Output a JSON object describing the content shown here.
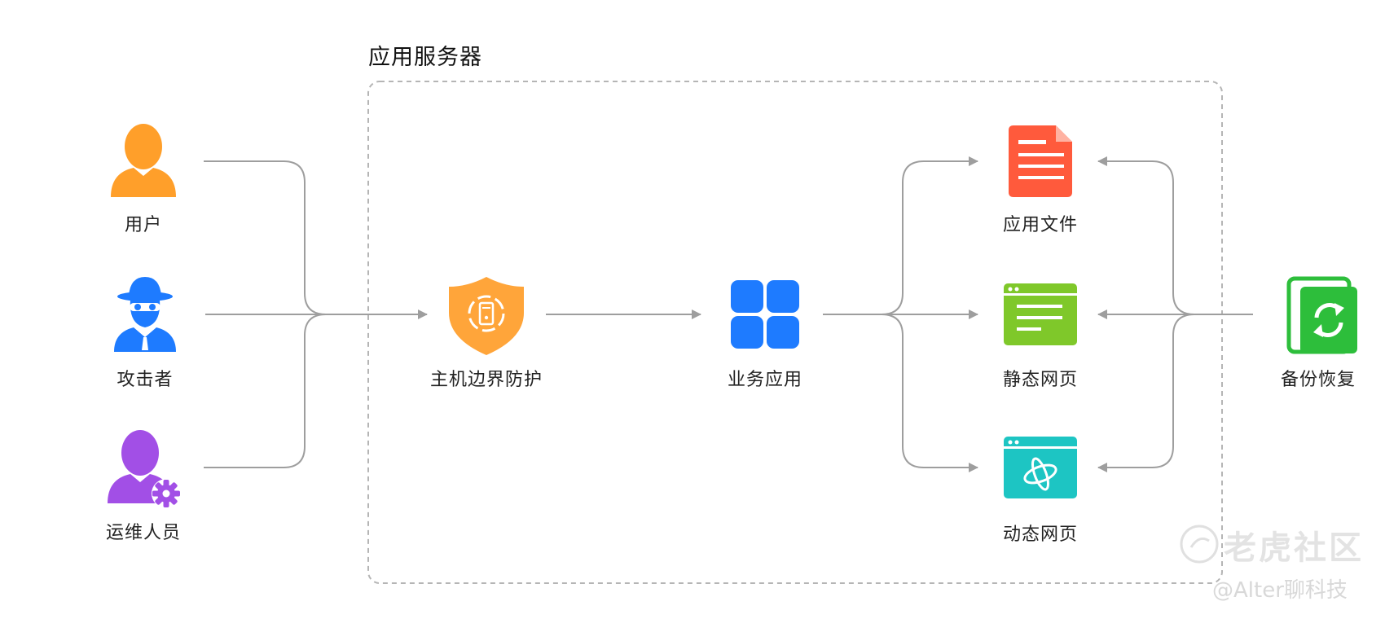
{
  "region": {
    "title": "应用服务器"
  },
  "sources": [
    {
      "label": "用户",
      "icon": "user-icon",
      "color": "#FF9F2A"
    },
    {
      "label": "攻击者",
      "icon": "spy-icon",
      "color": "#1E7BFF"
    },
    {
      "label": "运维人员",
      "icon": "admin-user-gear-icon",
      "color": "#A24FE6"
    }
  ],
  "nodes": {
    "firewall": {
      "label": "主机边界防护",
      "icon": "shield-icon",
      "color": "#FFA53A"
    },
    "app": {
      "label": "业务应用",
      "icon": "app-grid-icon",
      "color": "#1E7BFF"
    }
  },
  "targets": [
    {
      "label": "应用文件",
      "icon": "document-icon",
      "color": "#FF5A3C"
    },
    {
      "label": "静态网页",
      "icon": "static-webpage-icon",
      "color": "#7FC82A"
    },
    {
      "label": "动态网页",
      "icon": "dynamic-webpage-icon",
      "color": "#1DC5C3"
    }
  ],
  "backup": {
    "label": "备份恢复",
    "icon": "backup-restore-icon",
    "color": "#2DBE3B"
  },
  "watermark": {
    "brand": "老虎社区",
    "author": "@Alter聊科技"
  },
  "colors": {
    "connector": "#9E9E9E",
    "border": "#B5B5B5"
  }
}
